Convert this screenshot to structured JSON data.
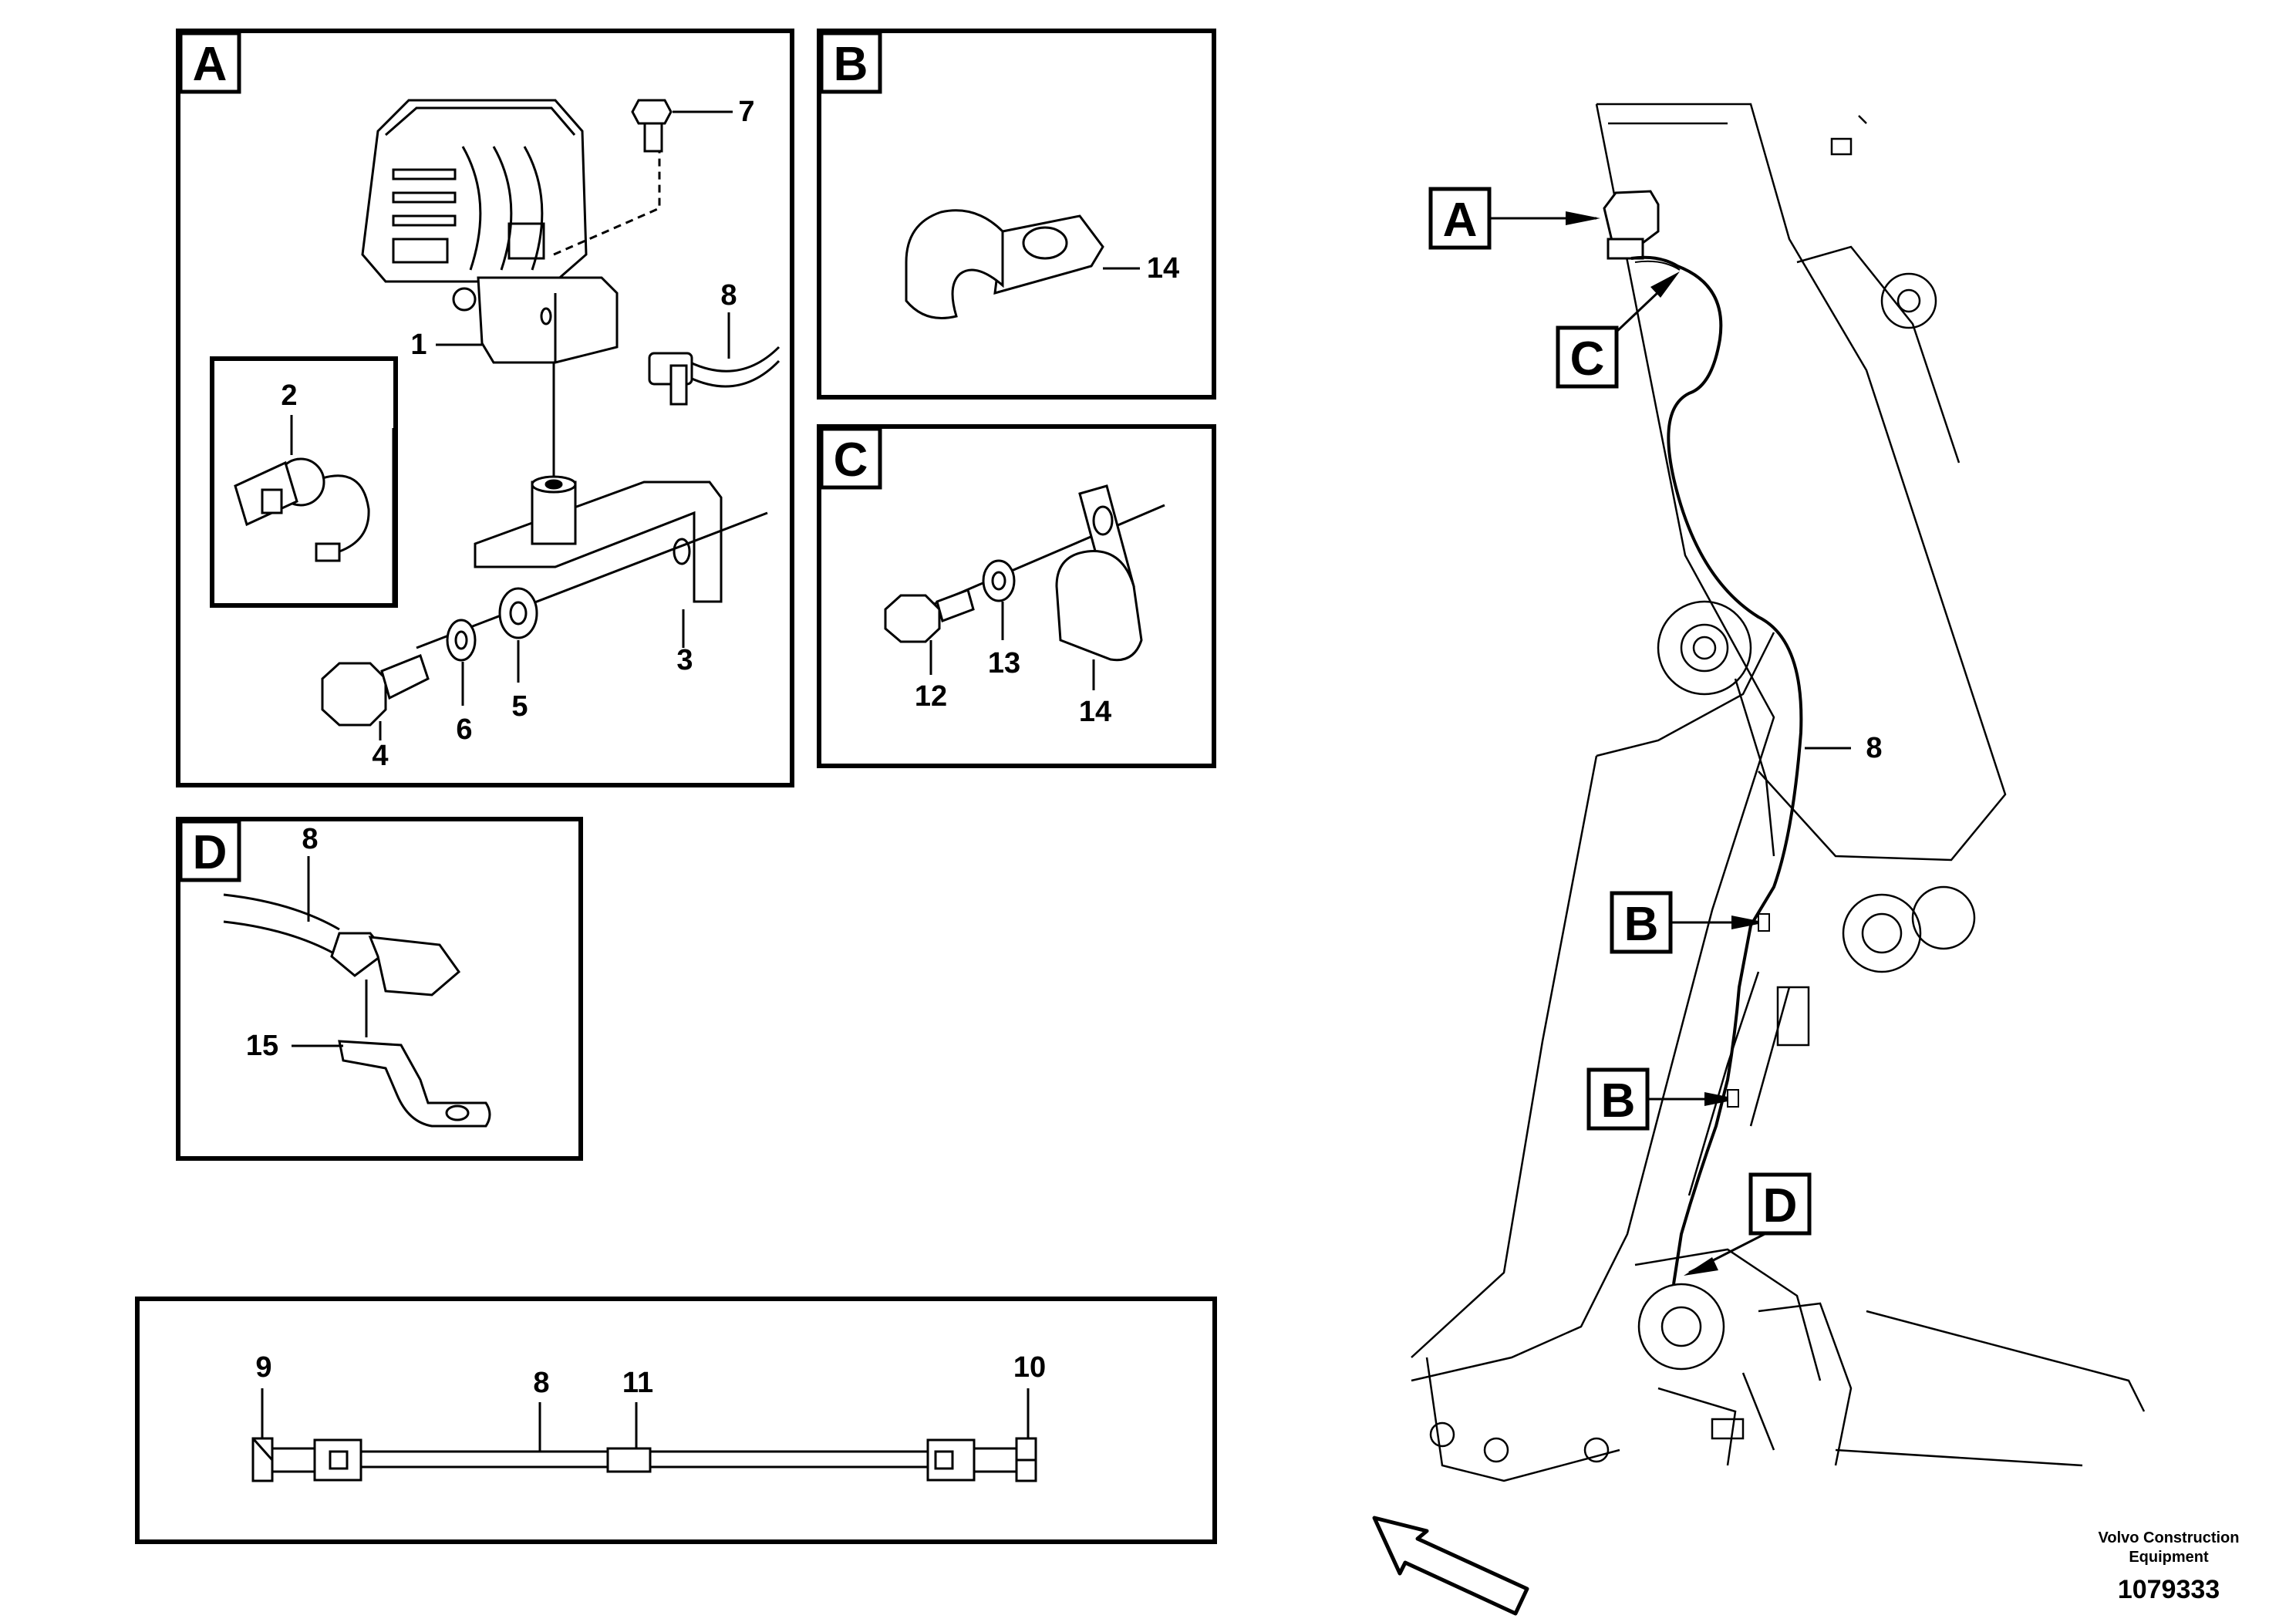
{
  "panels": {
    "A": {
      "letter": "A",
      "callouts": {
        "c1": "1",
        "c2": "2",
        "c3": "3",
        "c4": "4",
        "c5": "5",
        "c6": "6",
        "c7": "7",
        "c8": "8"
      }
    },
    "B": {
      "letter": "B",
      "callouts": {
        "c14": "14"
      }
    },
    "C": {
      "letter": "C",
      "callouts": {
        "c12": "12",
        "c13": "13",
        "c14": "14"
      }
    },
    "D": {
      "letter": "D",
      "callouts": {
        "c8": "8",
        "c15": "15"
      }
    },
    "harness": {
      "callouts": {
        "c9": "9",
        "c8": "8",
        "c11": "11",
        "c10": "10"
      }
    }
  },
  "boom_view": {
    "refs": {
      "a": "A",
      "c": "C",
      "b1": "B",
      "b2": "B",
      "d": "D"
    },
    "cable_callout": "8"
  },
  "footer": {
    "line1": "Volvo Construction",
    "line2": "Equipment",
    "part_number": "1079333"
  }
}
